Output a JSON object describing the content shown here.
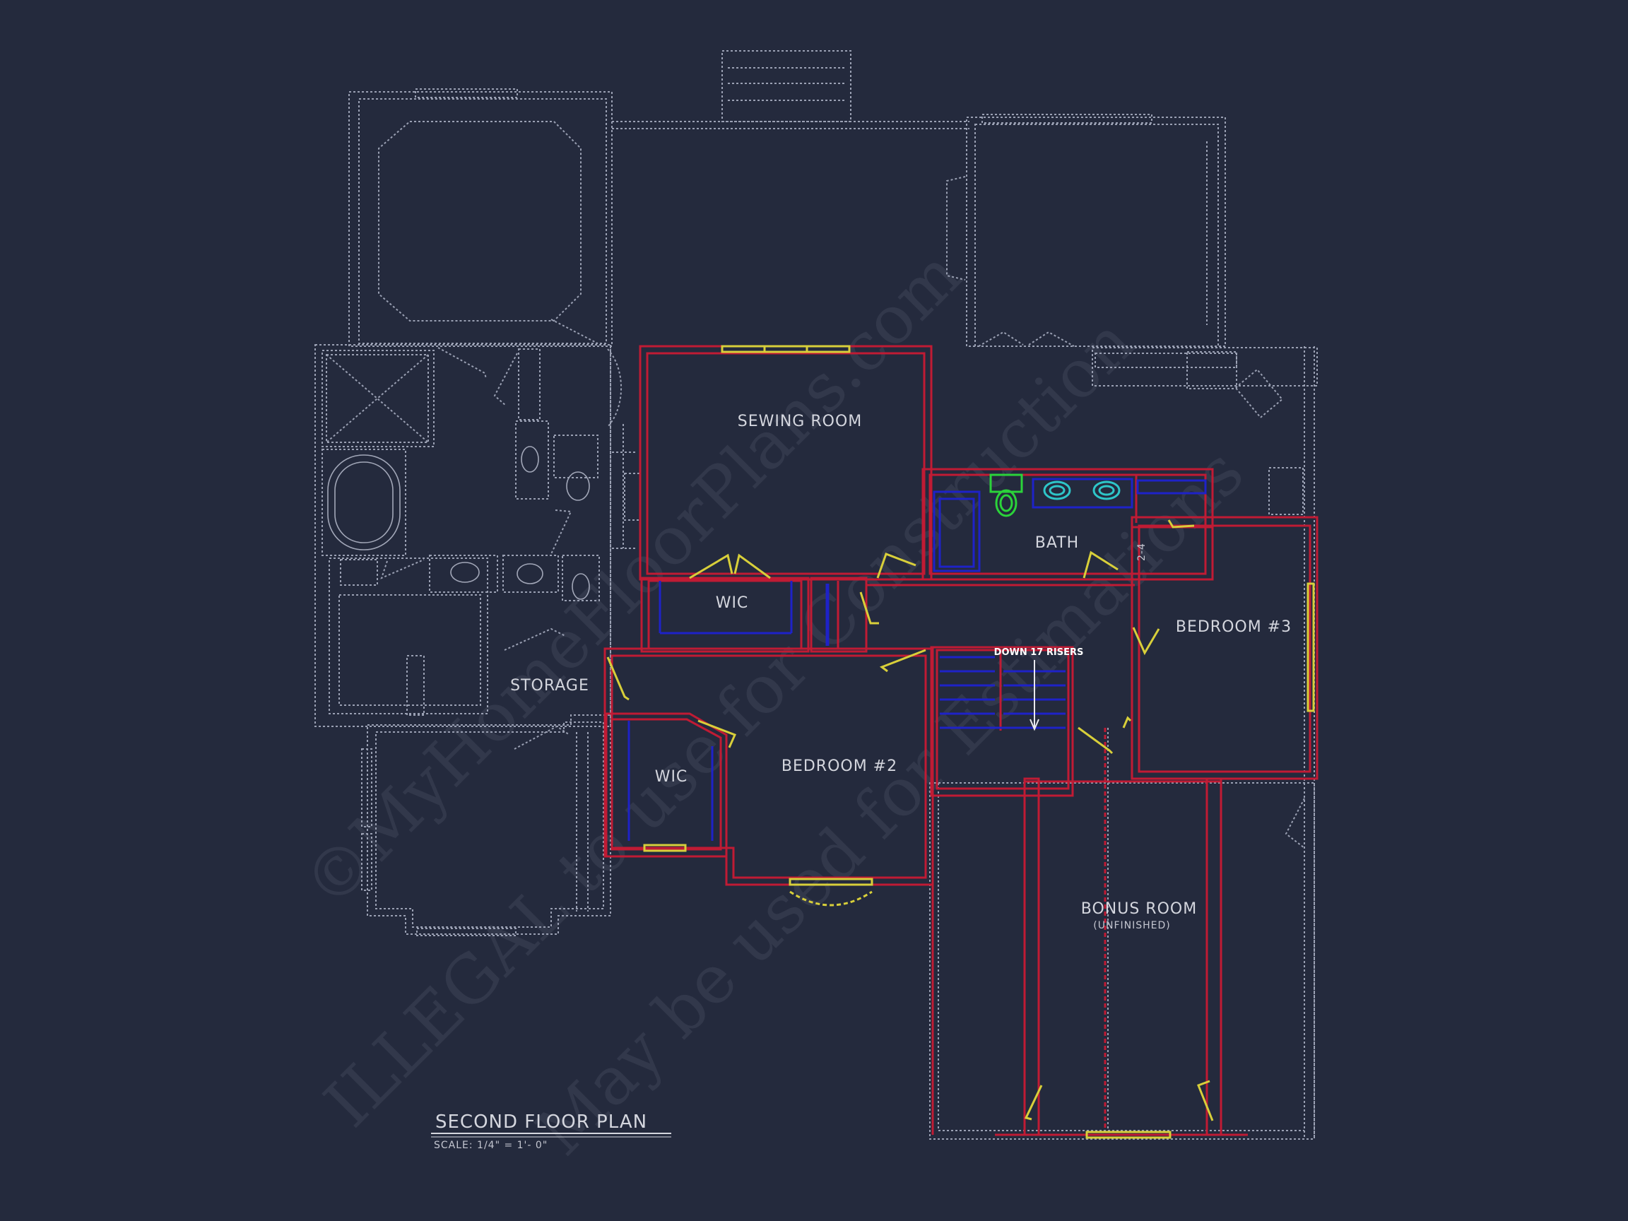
{
  "drawing": {
    "title": "SECOND FLOOR PLAN",
    "scale": "SCALE:  1/4\" = 1'- 0\""
  },
  "rooms": {
    "sewing_room": "SEWING ROOM",
    "wic_upper": "WIC",
    "bath": "BATH",
    "bedroom_3": "BEDROOM #3",
    "storage": "STORAGE",
    "wic_lower": "WIC",
    "bedroom_2": "BEDROOM #2",
    "bonus_room": "BONUS ROOM",
    "bonus_room_note": "(UNFINISHED)"
  },
  "stair": {
    "label": "DOWN 17 RISERS"
  },
  "dimension_note": "2-4",
  "watermark": {
    "line1": "©MyHomeFloorPlans.com",
    "line2": "ILLEGAL to use for Construction",
    "line3": "May be used for Estimations"
  },
  "colors": {
    "background": "#242a3d",
    "existing_lines": "#9aa0b3",
    "new_walls": "#c01b34",
    "windows_doors": "#d8cf3a",
    "cabinetry": "#1e22c8",
    "toilet": "#2bd33a",
    "sinks": "#2ec6c9"
  }
}
